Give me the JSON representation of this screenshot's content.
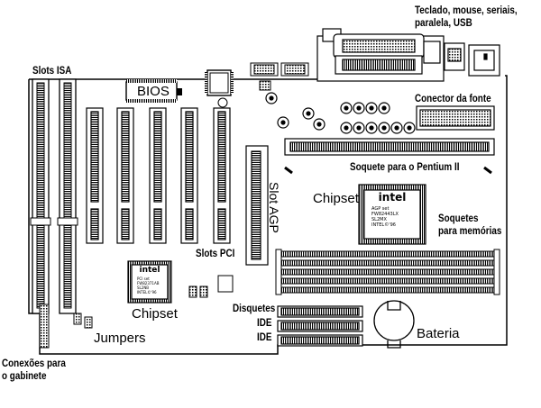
{
  "labels": {
    "connectors_line1": "Teclado, mouse, seriais,",
    "connectors_line2": "paralela, USB",
    "isa": "Slots ISA",
    "bios": "BIOS",
    "power_connector": "Conector da fonte",
    "pentium_socket": "Soquete para o Pentium II",
    "agp": "Slot AGP",
    "chipset_north": "Chipset",
    "memory_line1": "Soquetes",
    "memory_line2": "para memórias",
    "pci": "Slots PCI",
    "chipset_south": "Chipset",
    "floppy": "Disquetes",
    "ide1": "IDE",
    "ide2": "IDE",
    "battery": "Bateria",
    "jumpers": "Jumpers",
    "case_line1": "Conexões para",
    "case_line2": "o gabinete"
  },
  "chips": {
    "north_logo": "intel",
    "north_text": [
      "AGP set",
      "FW82443LX",
      "SL2MX",
      "INTEL©'96"
    ],
    "south_logo": "intel",
    "south_text": [
      "PCI set",
      "FW82371AB",
      "SL2NB",
      "INTEL©'96"
    ]
  }
}
